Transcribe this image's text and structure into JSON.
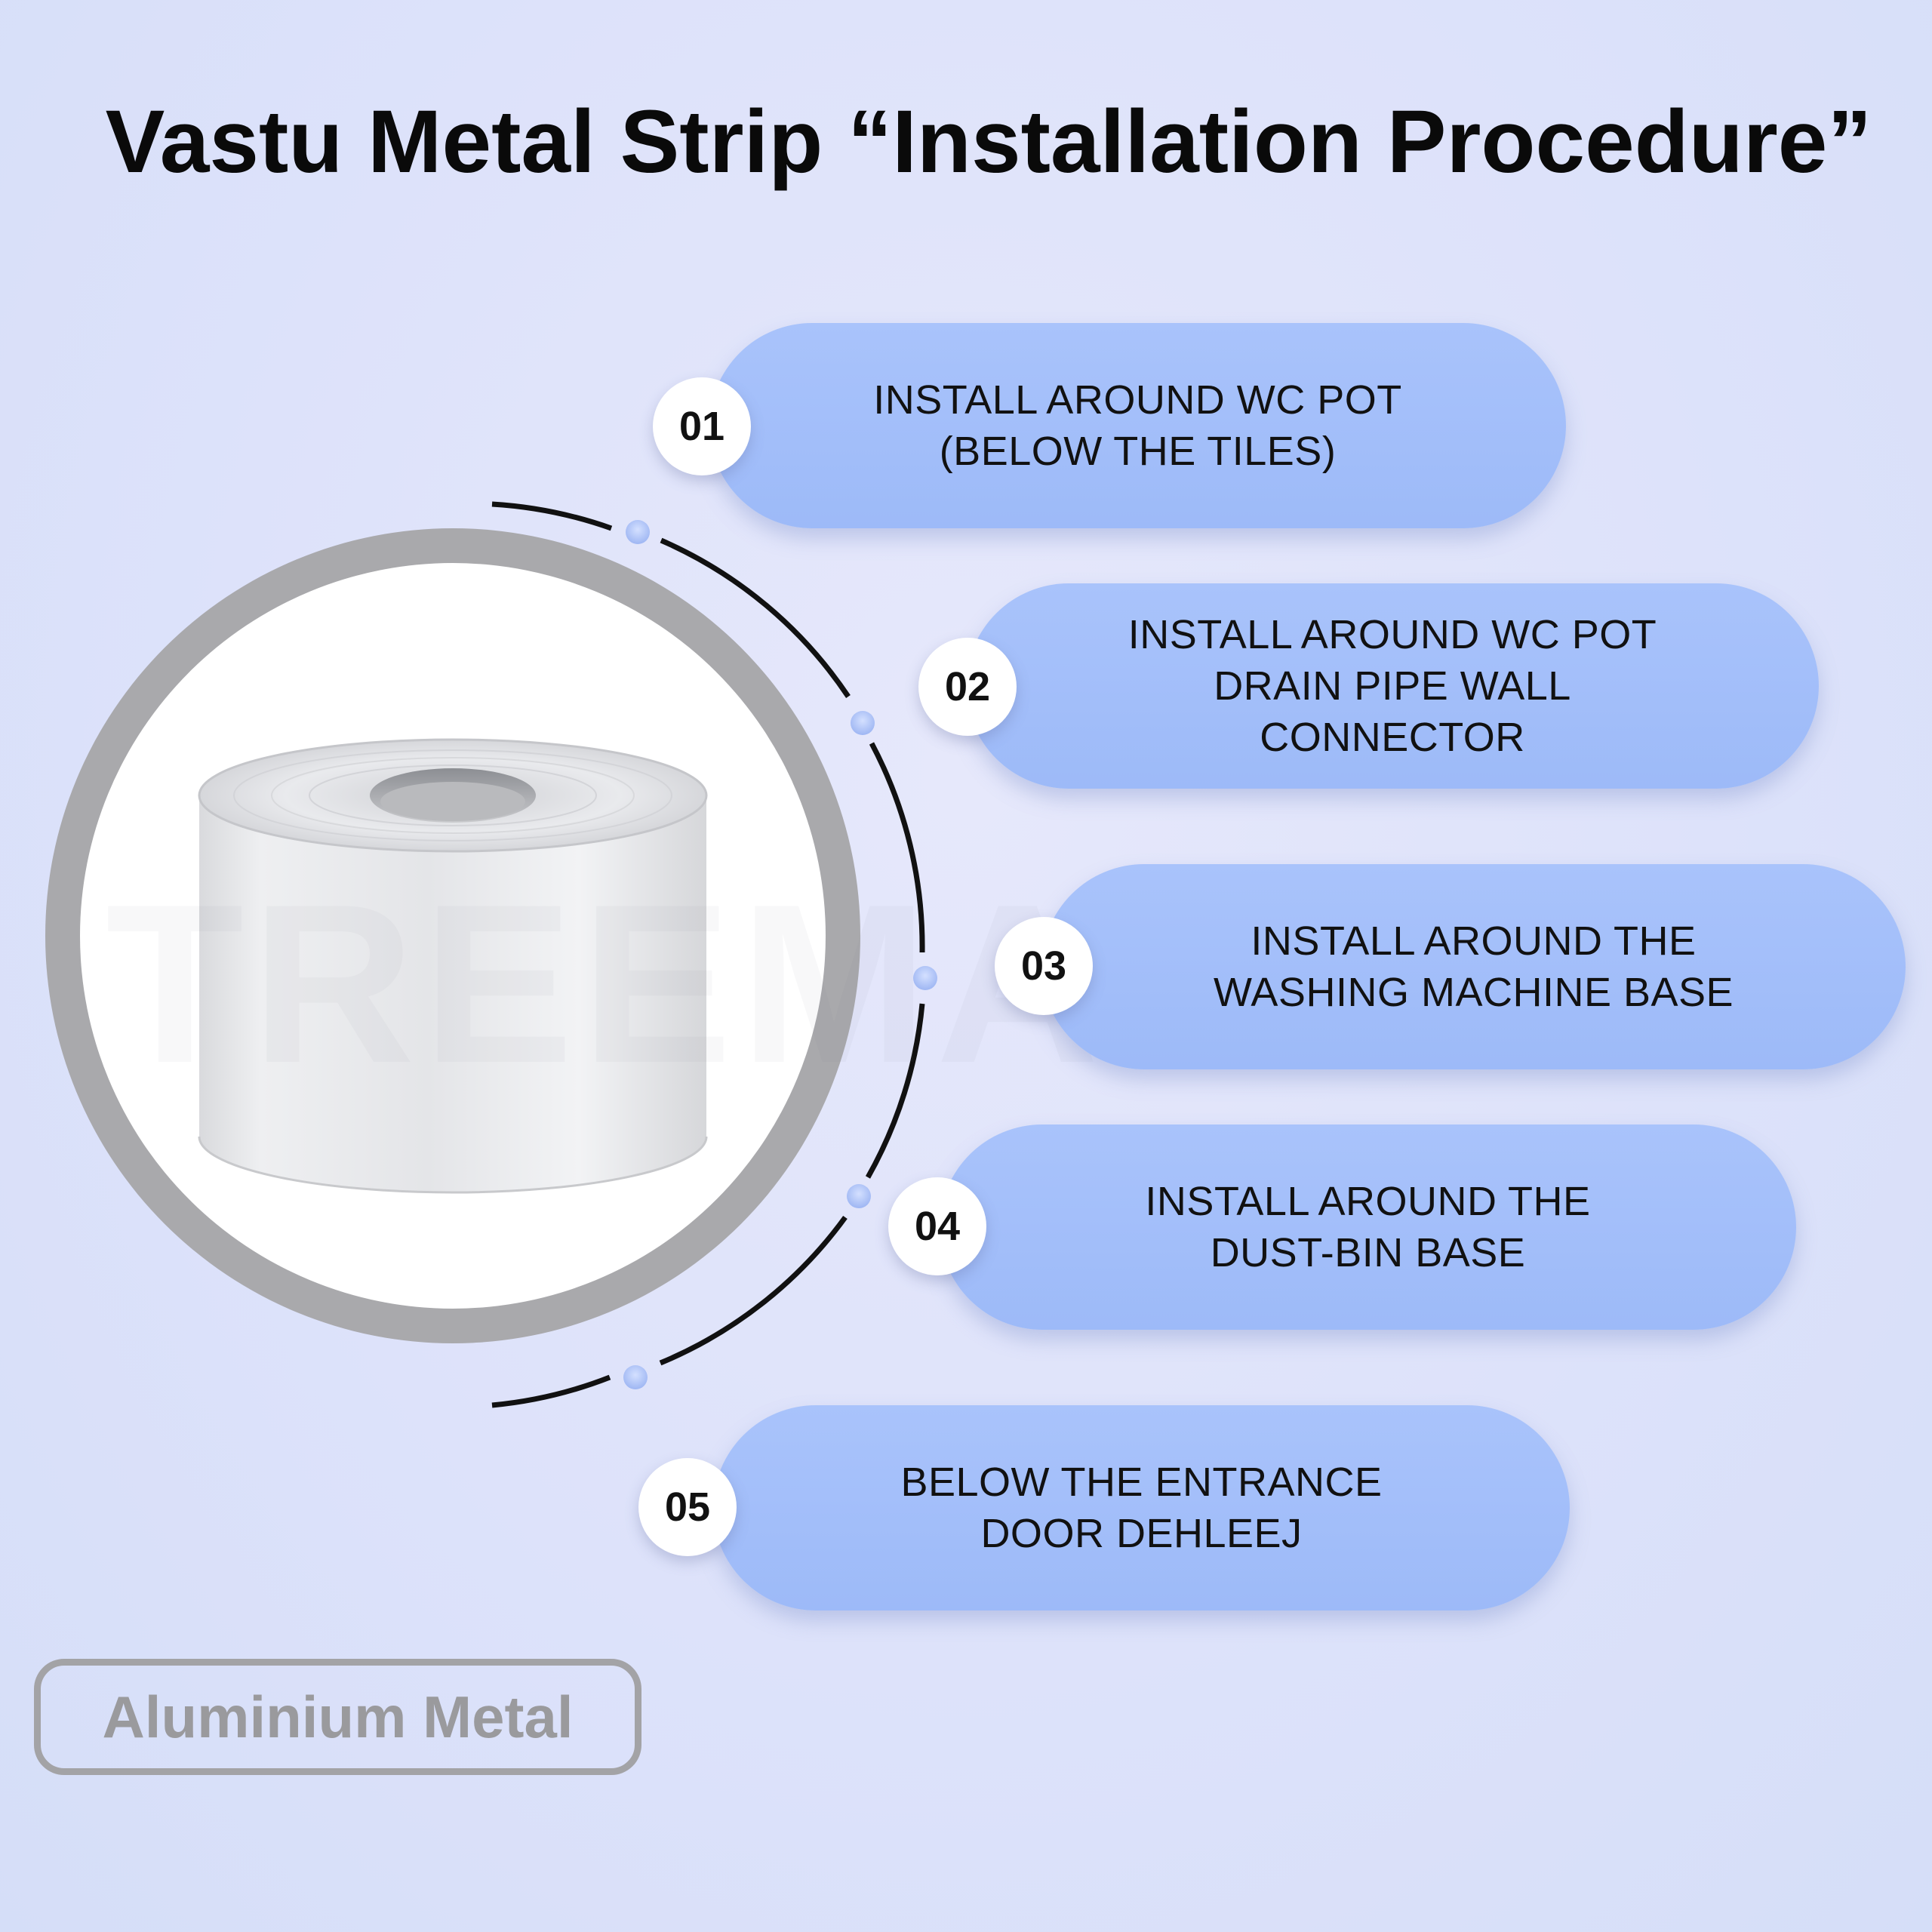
{
  "title": "Vastu Metal Strip “Installation Procedure”",
  "watermark": "TREEMAISON",
  "product": {
    "icon": "aluminium-strip-roll-icon"
  },
  "steps": [
    {
      "number": "01",
      "text": "INSTALL AROUND WC POT\n(BELOW THE TILES)"
    },
    {
      "number": "02",
      "text": "INSTALL AROUND WC POT\nDRAIN PIPE WALL\nCONNECTOR"
    },
    {
      "number": "03",
      "text": "INSTALL AROUND THE\nWASHING MACHINE BASE"
    },
    {
      "number": "04",
      "text": "INSTALL AROUND THE\nDUST-BIN BASE"
    },
    {
      "number": "05",
      "text": "BELOW THE ENTRANCE\nDOOR DEHLEEJ"
    }
  ],
  "material_tag": "Aluminium Metal",
  "colors": {
    "pill": "#a9c3fb",
    "ring": "#a9a9ac",
    "dot": "#b6c8f8",
    "arc": "#111111",
    "tag_border": "#a3a3a6"
  }
}
